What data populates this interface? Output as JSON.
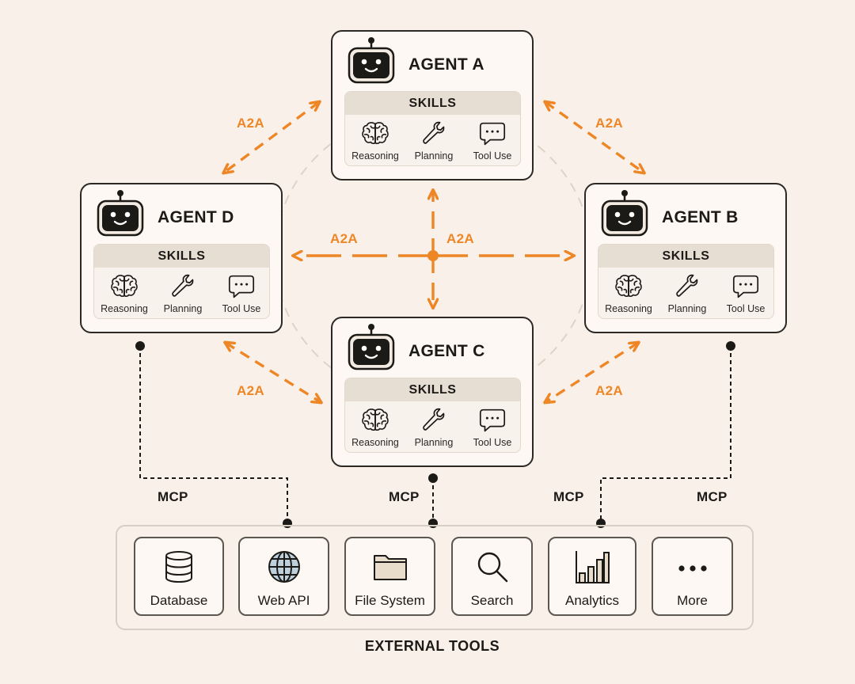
{
  "colors": {
    "a2a": "#ee8626",
    "mcp": "#1c1a17",
    "card_border": "#2c2925",
    "background": "#f9f1e9"
  },
  "agents": [
    {
      "name": "AGENT A",
      "skills_title": "SKILLS",
      "skills": [
        {
          "label": "Reasoning",
          "icon": "brain-icon"
        },
        {
          "label": "Planning",
          "icon": "wrench-icon"
        },
        {
          "label": "Tool Use",
          "icon": "chat-bubble-icon"
        }
      ]
    },
    {
      "name": "AGENT B",
      "skills_title": "SKILLS",
      "skills": [
        {
          "label": "Reasoning",
          "icon": "brain-icon"
        },
        {
          "label": "Planning",
          "icon": "wrench-icon"
        },
        {
          "label": "Tool Use",
          "icon": "chat-bubble-icon"
        }
      ]
    },
    {
      "name": "AGENT C",
      "skills_title": "SKILLS",
      "skills": [
        {
          "label": "Reasoning",
          "icon": "brain-icon"
        },
        {
          "label": "Planning",
          "icon": "wrench-icon"
        },
        {
          "label": "Tool Use",
          "icon": "chat-bubble-icon"
        }
      ]
    },
    {
      "name": "AGENT D",
      "skills_title": "SKILLS",
      "skills": [
        {
          "label": "Reasoning",
          "icon": "brain-icon"
        },
        {
          "label": "Planning",
          "icon": "wrench-icon"
        },
        {
          "label": "Tool Use",
          "icon": "chat-bubble-icon"
        }
      ]
    }
  ],
  "connections": {
    "a2a_label": "A2A",
    "mcp_label": "MCP"
  },
  "tools": {
    "title": "EXTERNAL TOOLS",
    "items": [
      {
        "label": "Database",
        "icon": "database-icon"
      },
      {
        "label": "Web API",
        "icon": "globe-icon"
      },
      {
        "label": "File System",
        "icon": "folder-icon"
      },
      {
        "label": "Search",
        "icon": "search-icon"
      },
      {
        "label": "Analytics",
        "icon": "bar-chart-icon"
      },
      {
        "label": "More",
        "icon": "more-icon"
      }
    ]
  }
}
